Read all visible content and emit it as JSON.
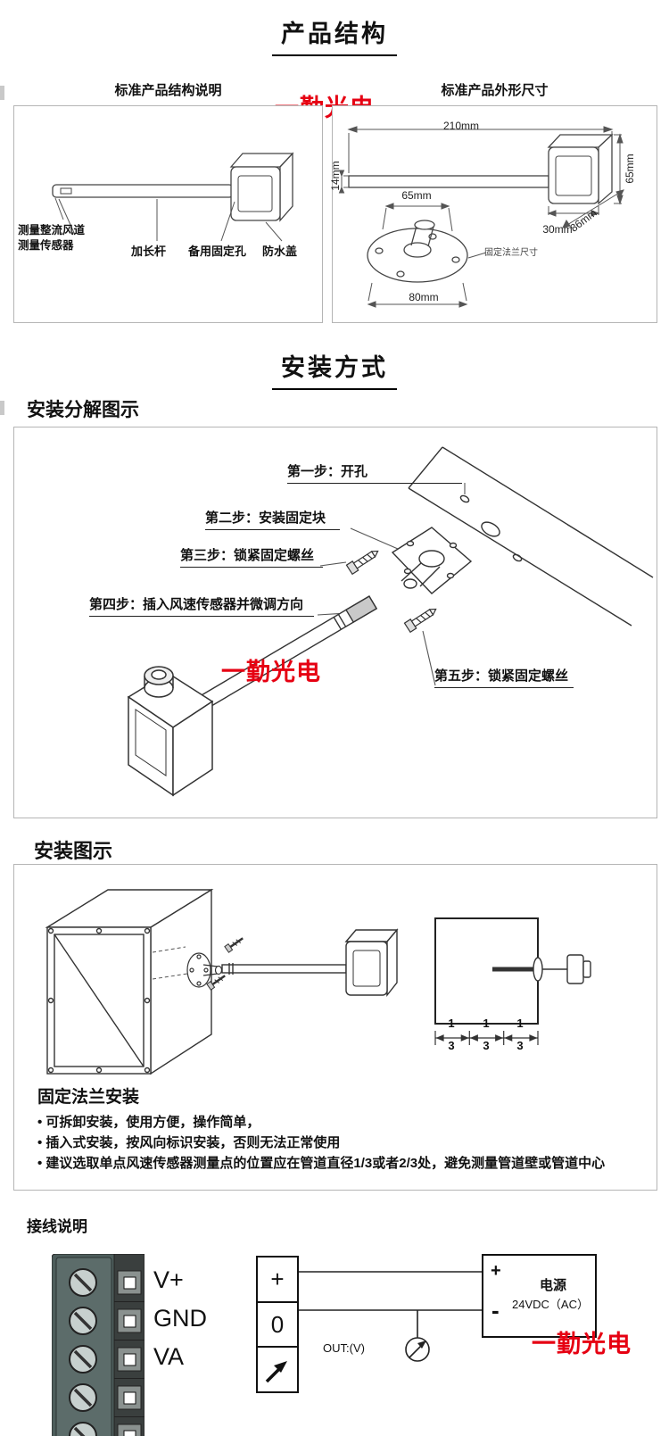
{
  "colors": {
    "watermark_red": "#e60012",
    "line": "#333333",
    "terminal_body": "#4d5d5b"
  },
  "watermark": "一勤光电",
  "product_structure": {
    "title": "产品结构",
    "left_panel": {
      "title": "标准产品结构说明",
      "labels": {
        "duct": "测量整流风道",
        "sensor": "测量传感器",
        "rod": "加长杆",
        "spare_hole": "备用固定孔",
        "cover": "防水盖"
      }
    },
    "right_panel": {
      "title": "标准产品外形尺寸",
      "dims": {
        "length": "210mm",
        "tube": "14mm",
        "head_h": "65mm",
        "head_d": "86mm",
        "head_w": "30mm",
        "flange_inner": "65mm",
        "flange_outer": "80mm",
        "flange_caption": "固定法兰尺寸"
      }
    }
  },
  "installation": {
    "title": "安装方式",
    "exploded_heading": "安装分解图示",
    "steps": [
      "第一步：开孔",
      "第二步：安装固定块",
      "第三步：锁紧固定螺丝",
      "第四步：插入风速传感器并微调方向",
      "第五步：锁紧固定螺丝"
    ]
  },
  "illustration": {
    "heading": "安装图示",
    "fraction": {
      "num": "1",
      "den": "3"
    },
    "flange_heading": "固定法兰安装",
    "bullets": [
      "可拆卸安装，使用方便，操作简单，",
      "插入式安装，按风向标识安装，否则无法正常使用",
      "建议选取单点风速传感器测量点的位置应在管道直径1/3或者2/3处，避免测量管道壁或管道中心"
    ]
  },
  "wiring": {
    "heading": "接线说明",
    "terminals": [
      "V+",
      "GND",
      "VA"
    ],
    "signal_cells": {
      "plus": "+",
      "zero": "0"
    },
    "out_label": "OUT:(V)",
    "power": {
      "plus": "+",
      "minus": "-",
      "name": "电源",
      "spec": "24VDC（AC）"
    }
  }
}
